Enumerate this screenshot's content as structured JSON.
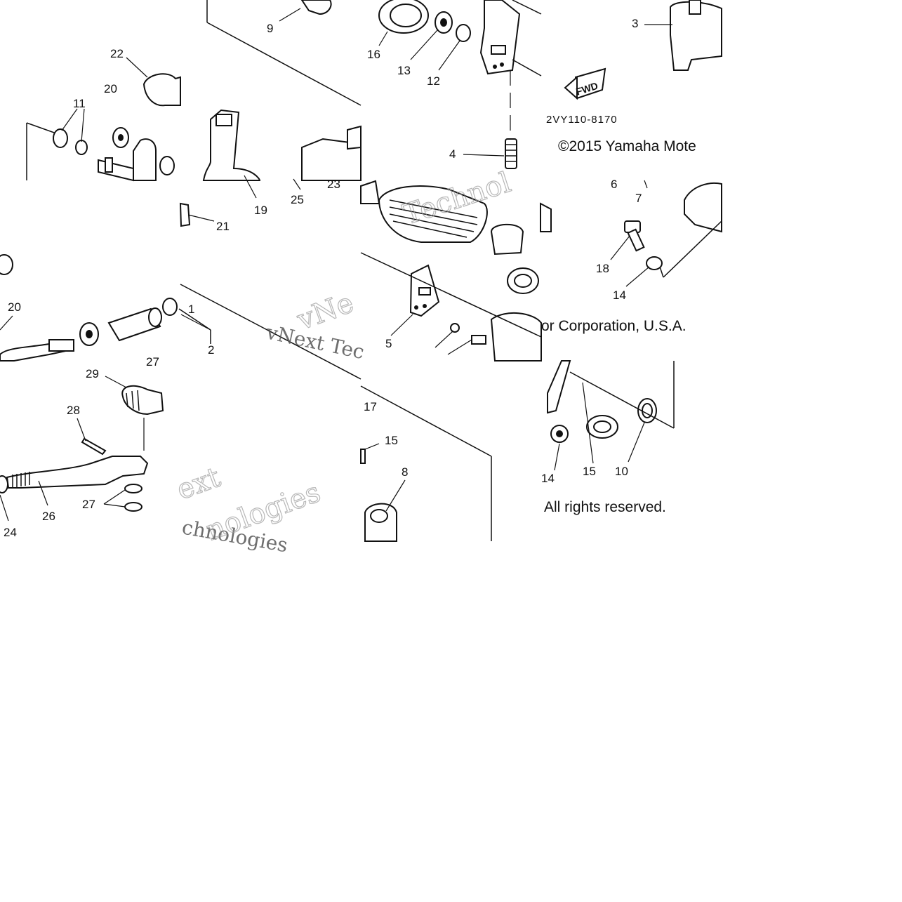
{
  "diagram": {
    "part_code": "2VY110-8170",
    "fwd_label": "FWD",
    "copyright_line1": "©2015 Yamaha Mote",
    "copyright_line2": "or Corporation, U.S.A.",
    "copyright_line3": "All rights reserved.",
    "watermarks": [
      "vNext Tec",
      "Technol",
      "chnologies",
      "ext",
      "nologies",
      "vNe"
    ],
    "callouts": {
      "c9": "9",
      "c16": "16",
      "c13": "13",
      "c12": "12",
      "c3": "3",
      "c22": "22",
      "c20a": "20",
      "c11": "11",
      "c4": "4",
      "c19": "19",
      "c25": "25",
      "c23": "23",
      "c21": "21",
      "c6": "6",
      "c7": "7",
      "c18": "18",
      "c14a": "14",
      "c20b": "20",
      "c1": "1",
      "c2": "2",
      "c27a": "27",
      "c5": "5",
      "c29": "29",
      "c28": "28",
      "c26": "26",
      "c27b": "27",
      "c24": "24",
      "c17": "17",
      "c15a": "15",
      "c8": "8",
      "c14b": "14",
      "c15b": "15",
      "c10": "10"
    }
  }
}
